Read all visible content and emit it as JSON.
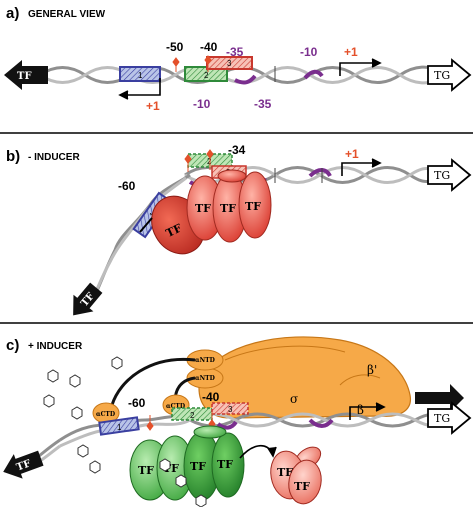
{
  "panels": {
    "a": {
      "label": "a)",
      "title": "GENERAL VIEW"
    },
    "b": {
      "label": "b)",
      "title": "- INDUCER"
    },
    "c": {
      "label": "c)",
      "title": "+ INDUCER"
    }
  },
  "labels": {
    "tf": "TF",
    "tg": "TG",
    "a_m50": "-50",
    "a_m40": "-40",
    "a_m35_top": "-35",
    "a_m10_top": "-10",
    "a_p1_top": "+1",
    "a_p1_bottom": "+1",
    "a_m10_bottom": "-10",
    "a_m35_bottom": "-35",
    "box1": "1",
    "box2": "2",
    "box3": "3",
    "b_m34": "-34",
    "b_p1": "+1",
    "b_m60": "-60",
    "c_m60": "-60",
    "c_m40": "-40",
    "actd": "αCTD",
    "antd": "αNTD",
    "beta_prime": "β'",
    "beta": "β",
    "sigma": "σ"
  },
  "colors": {
    "dna": "#9a9a9a",
    "box1": "#3a3fa0",
    "box2": "#2f8a3a",
    "box3": "#c8372d",
    "purple": "#7a2e8e",
    "red": "#e4502a",
    "tf_red": "#e8453a",
    "tf_green": "#4fb84a",
    "rnap": "#f6a948"
  },
  "icons": [
    "tf-arrow-icon",
    "tg-arrow-icon",
    "promoter-arrow-icon",
    "hexagon-inducer-icon",
    "big-arrow-icon"
  ]
}
